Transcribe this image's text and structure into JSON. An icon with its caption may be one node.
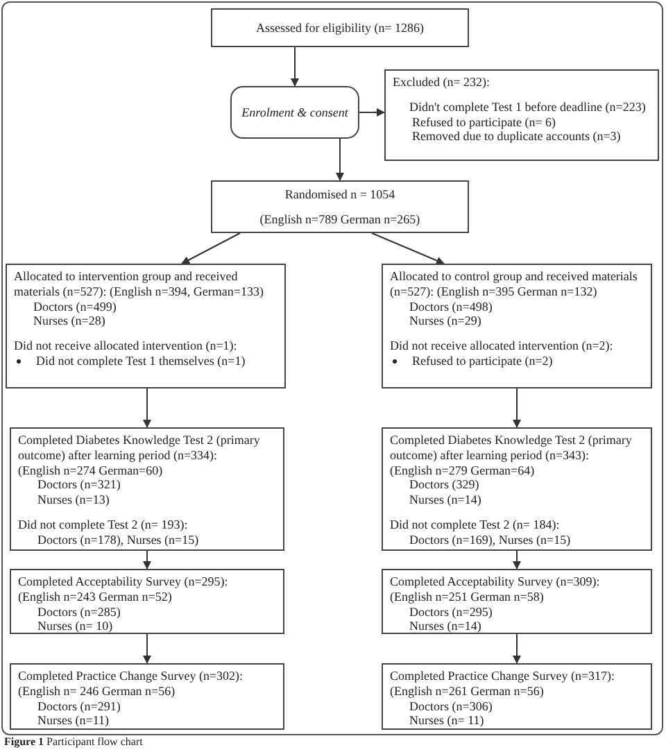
{
  "diagram": {
    "caption": "**Figure 1** Participant flow chart",
    "nodes": [
      {
        "text": [
          "Assessed for eligibility (n= 1286)"
        ]
      },
      {
        "text": [
          "Enrolment & consent"
        ]
      },
      {
        "text": [
          "Excluded (n= 232):",
          "Didn't complete Test 1 before deadline (n=223)",
          "Refused to participate (n= 6)",
          "Removed due to duplicate accounts (n=3)"
        ]
      },
      {
        "text": [
          "Randomised n = 1054",
          "(English n=789 German n=265)"
        ]
      },
      {
        "text": [
          "Allocated to intervention group and received materials (n=527): (English n=394, German=133)",
          "Doctors (n=499)",
          "Nurses (n=28)",
          "Did not receive allocated intervention (n=1):",
          "Did not complete Test 1 themselves (n=1)"
        ]
      },
      {
        "text": [
          "Allocated to control group and received materials (n=527): (English n=395 German n=132)",
          "Doctors (n=498)",
          "Nurses (n=29)",
          "Did not receive allocated intervention (n=2):",
          "Refused to participate (n=2)"
        ]
      },
      {
        "text": [
          "Completed Diabetes Knowledge Test 2 (primary outcome) after learning period (n=334):",
          "(English n=274 German=60)",
          "Doctors (n=321)",
          "Nurses (n=13)",
          "Did not complete Test 2 (n= 193):",
          "Doctors (n=178), Nurses (n=15)"
        ]
      },
      {
        "text": [
          "Completed Diabetes Knowledge Test 2 (primary outcome) after learning period (n=343):",
          "(English n=279 German=64)",
          "Doctors (329)",
          "Nurses (n=14)",
          "Did not complete Test 2 (n= 184):",
          "Doctors (n=169), Nurses (n=15)"
        ]
      },
      {
        "text": [
          "Completed Acceptability Survey (n=295):",
          "(English n=243 German n=52)",
          "Doctors (n=285)",
          "Nurses (n= 10)"
        ]
      },
      {
        "text": [
          "Completed Acceptability Survey (n=309):",
          "(English n=251 German n=58)",
          "Doctors (n=295)",
          "Nurses (n=14)"
        ]
      },
      {
        "text": [
          "Completed Practice Change Survey (n=302):",
          "(English n= 246 German n=56)",
          "Doctors (n=291)",
          "Nurses (n=11)"
        ]
      },
      {
        "text": [
          "Completed Practice Change Survey (n=317):",
          "(English n=261 German n=56)",
          "Doctors (n=306)",
          "Nurses (n= 11)"
        ]
      }
    ],
    "edges": [
      {
        "from": 0,
        "to": 1,
        "arrow": "to"
      },
      {
        "from": 1,
        "to": 2,
        "arrow": "to"
      },
      {
        "from": 1,
        "to": 3,
        "arrow": "to"
      },
      {
        "from": 3,
        "to": 4,
        "arrow": "to"
      },
      {
        "from": 3,
        "to": 5,
        "arrow": "to"
      },
      {
        "from": 4,
        "to": 6,
        "arrow": "to"
      },
      {
        "from": 5,
        "to": 7,
        "arrow": "to"
      },
      {
        "from": 6,
        "to": 8,
        "arrow": "to"
      },
      {
        "from": 7,
        "to": 9,
        "arrow": "to"
      },
      {
        "from": 8,
        "to": 10,
        "arrow": "to"
      },
      {
        "from": 9,
        "to": 11,
        "arrow": "to"
      }
    ]
  }
}
